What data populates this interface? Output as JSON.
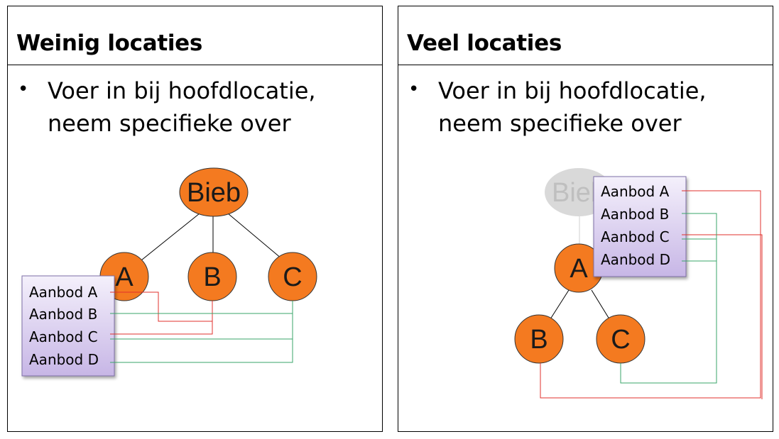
{
  "panels": [
    {
      "id": "left",
      "title": "Weinig locaties",
      "bullet": "Voer in bij hoofdlocatie,\nneem specifieke over",
      "nodes": {
        "root": "Bieb",
        "a": "A",
        "b": "B",
        "c": "C"
      },
      "offers": [
        "Aanbod A",
        "Aanbod B",
        "Aanbod C",
        "Aanbod D"
      ]
    },
    {
      "id": "right",
      "title": "Veel locaties",
      "bullet": "Voer in bij hoofdlocatie,\nneem specifieke over",
      "nodes": {
        "root": "Bieb",
        "a": "A",
        "b": "B",
        "c": "C"
      },
      "offers": [
        "Aanbod A",
        "Aanbod B",
        "Aanbod C",
        "Aanbod D"
      ]
    }
  ],
  "colors": {
    "node_fill": "#f47a20",
    "faded_node_fill": "#d9d9d9",
    "faded_text": "#bfbfbf",
    "offer_box_top": "#f4f0fb",
    "offer_box_bottom": "#c7b6e6",
    "link_red": "#e0302c",
    "link_green": "#3aa66a"
  }
}
